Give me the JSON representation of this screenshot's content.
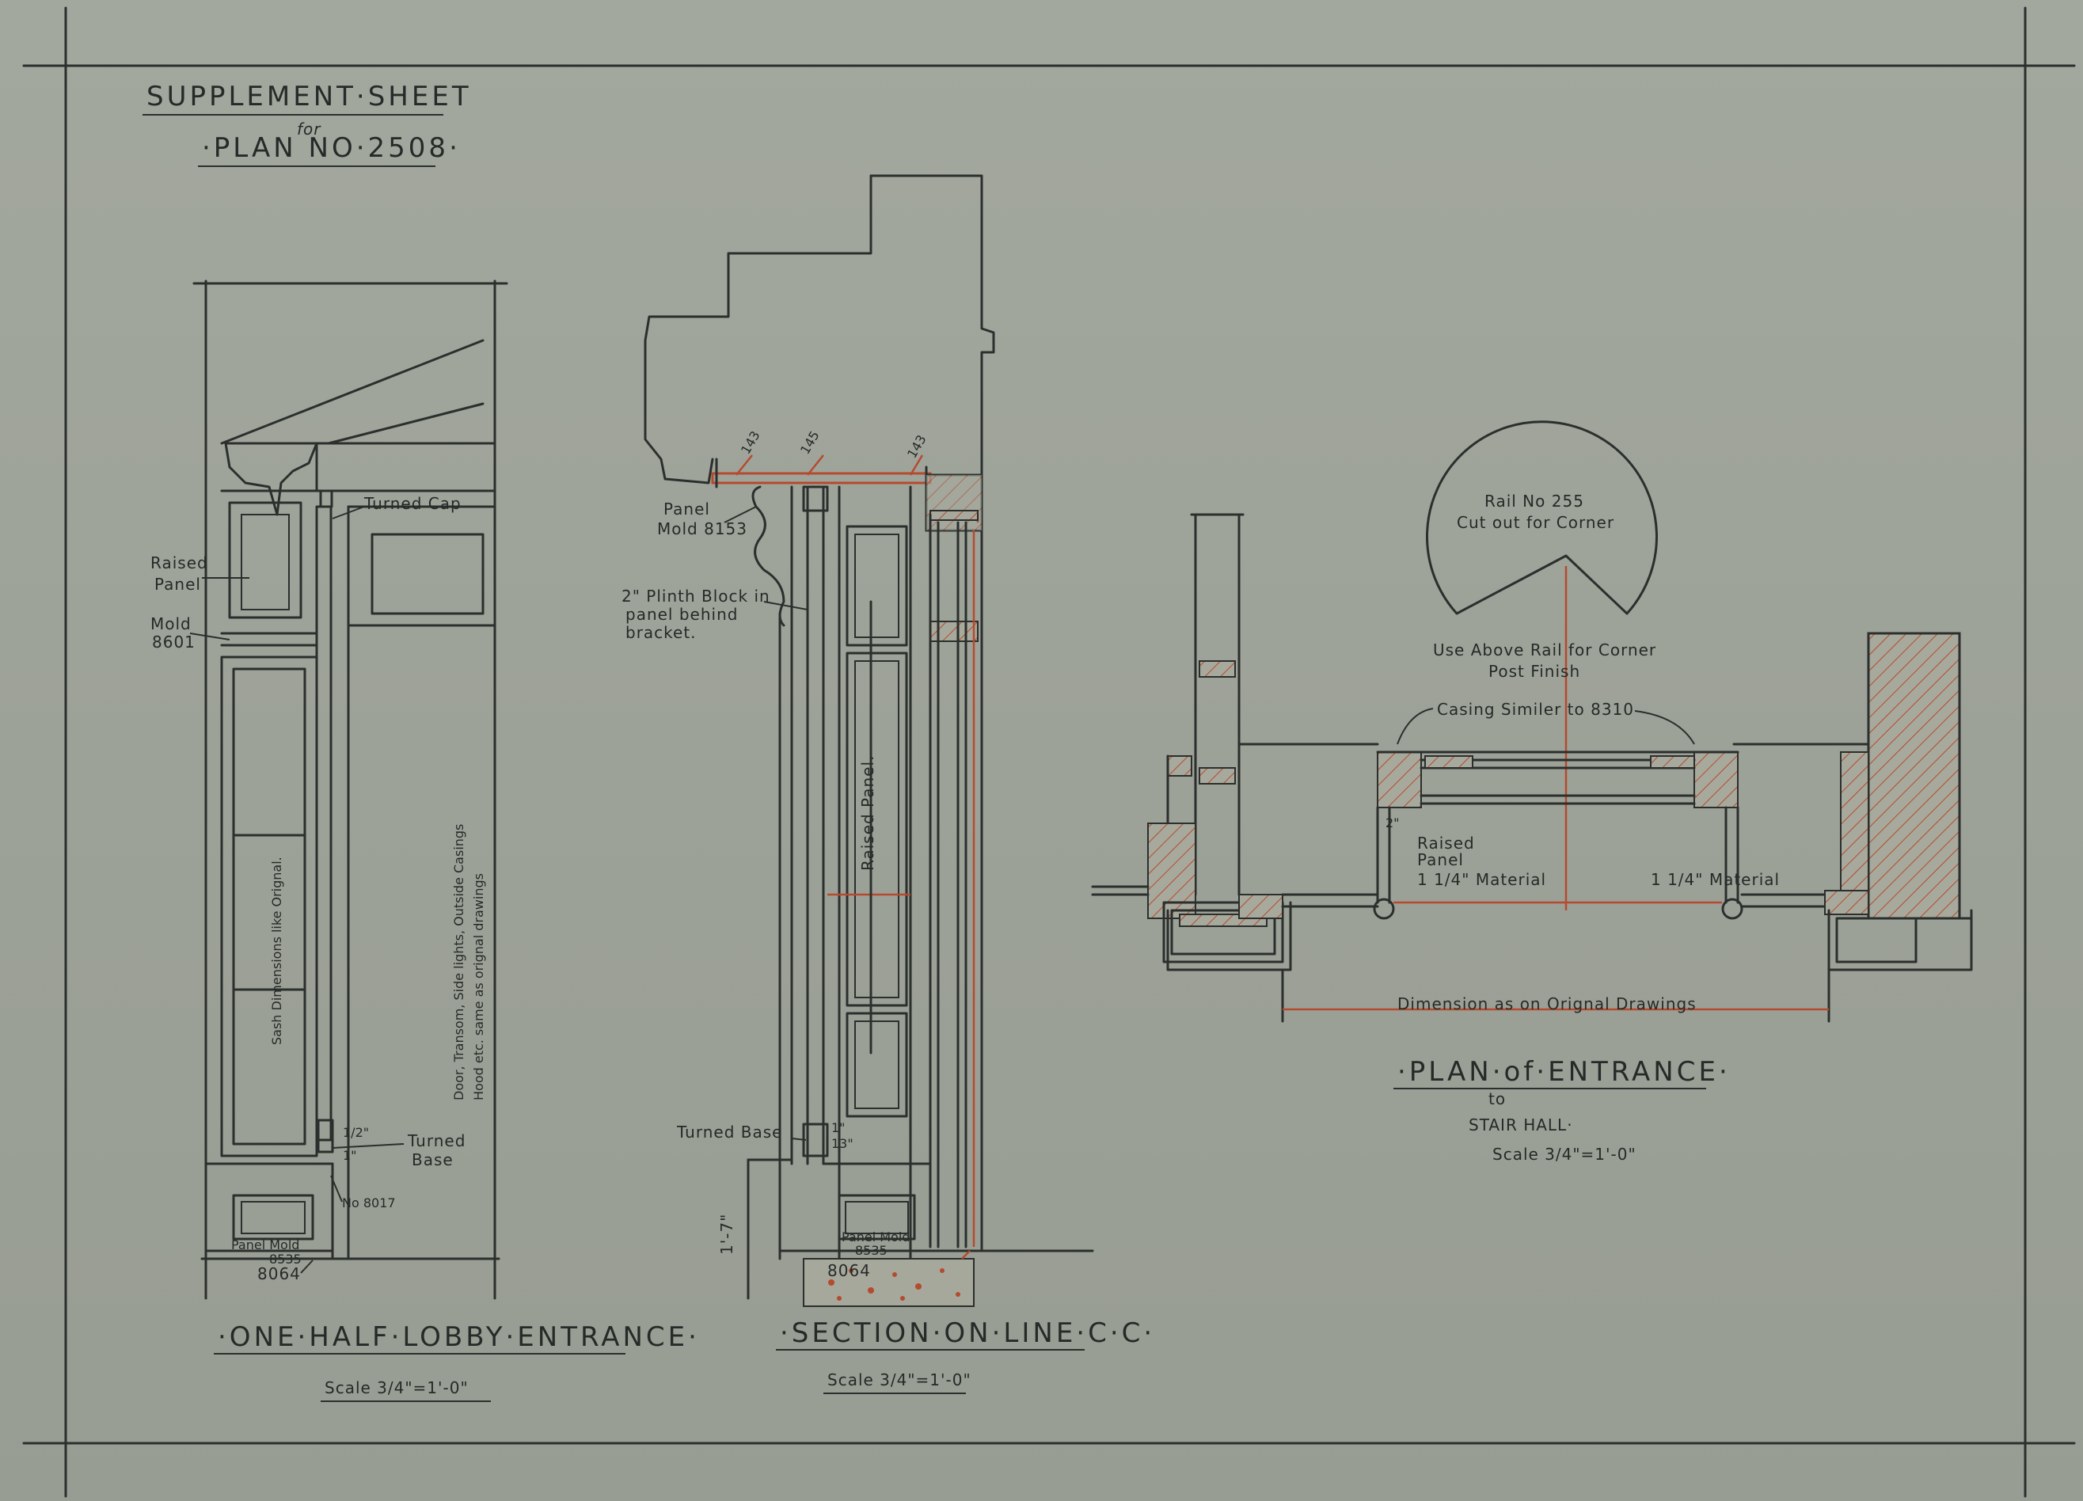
{
  "sheet_title": {
    "line1": "SUPPLEMENT·SHEET",
    "line2": "for",
    "line3": "·PLAN NO·2508·"
  },
  "drawings": [
    {
      "title": "·ONE·HALF·LOBBY·ENTRANCE·",
      "scale": "Scale 3/4\"=1'-0\""
    },
    {
      "title": "·SECTION·ON·LINE·C·C·",
      "scale": "Scale 3/4\"=1'-0\""
    },
    {
      "title": "·PLAN·of·ENTRANCE·",
      "subtitle": "to",
      "subtitle2": "STAIR HALL·",
      "scale": "Scale 3/4\"=1'-0\""
    }
  ],
  "lobby_labels": {
    "turned_cap": "Turned Cap",
    "raised_panel_1": "Raised",
    "raised_panel_2": "Panel",
    "mold_1": "Mold",
    "mold_2": "8601",
    "sash_note": "Sash Dimensions like Orignal.",
    "door_note_1": "Door, Transom, Side lights, Outside Casings",
    "door_note_2": "Hood etc. same as orignal drawings",
    "turned_base_1": "Turned",
    "turned_base_2": "Base",
    "no_8017": "No 8017",
    "panel_mold_1": "Panel Mold",
    "panel_mold_2": "8535",
    "base_8064": "8064",
    "dim_1": "1/2\"",
    "dim_2": "1\""
  },
  "section_labels": {
    "m143a": "143",
    "m145": "145",
    "m143b": "143",
    "panel_mold_1": "Panel",
    "panel_mold_2": "Mold 8153",
    "plinth_1": "2\" Plinth Block in",
    "plinth_2": "panel behind",
    "plinth_3": "bracket.",
    "raised_panel": "Raised Panel.",
    "turned_base": "Turned Base",
    "height": "1'-7\"",
    "panel_mold_b1": "Panel Mold",
    "panel_mold_b2": "8535",
    "base_8064": "8064",
    "dim_1": "1\"",
    "dim_2": "13\""
  },
  "plan_labels": {
    "rail_1": "Rail No 255",
    "rail_2": "Cut out for Corner",
    "use_above_1": "Use Above Rail for Corner",
    "use_above_2": "Post Finish",
    "casing": "Casing Similer to 8310",
    "dim_2in": "2\"",
    "raised_1": "Raised",
    "raised_2": "Panel",
    "material_left": "1 1/4\" Material",
    "material_right": "1 1/4\" Material",
    "dimension_note": "Dimension as on Orignal Drawings"
  },
  "colors": {
    "ink": "#2b2f2d",
    "red_ink": "#b54a2e",
    "paper": "#9ea39a"
  }
}
